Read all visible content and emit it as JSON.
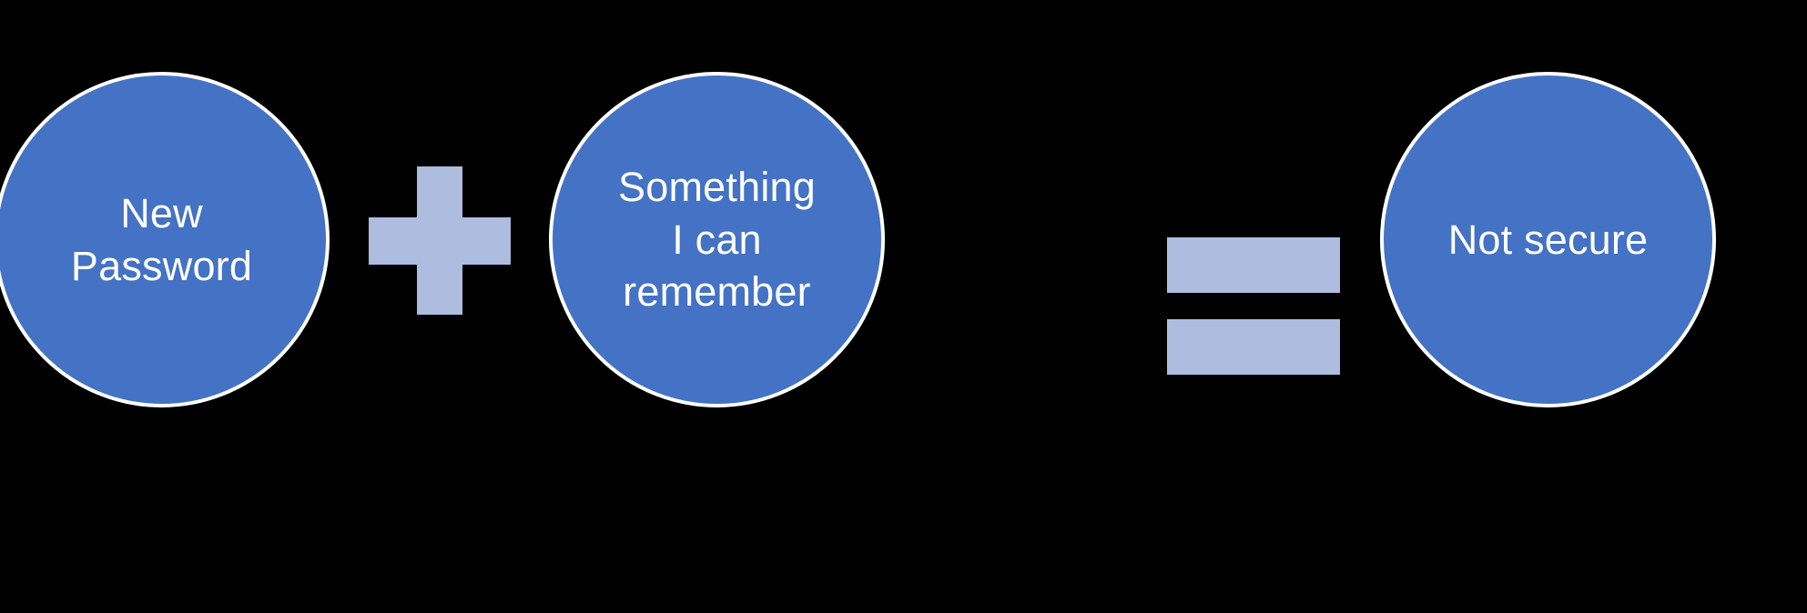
{
  "diagram": {
    "type": "equation-diagram",
    "background_color": "#000000",
    "node_fill_color": "#4472C4",
    "node_stroke_color": "#FFFFFF",
    "operator_color": "#AEBCE0",
    "text_color": "#FFFFFF",
    "equation_text": "New Password + Something I can remember = Not secure",
    "nodes": [
      {
        "id": "new-password",
        "label": "New\nPassword",
        "lines": [
          "New",
          "Password"
        ],
        "shape": "circle"
      },
      {
        "id": "something-remember",
        "label": "Something\nI can\nremember",
        "lines": [
          "Something",
          "I can",
          "remember"
        ],
        "shape": "circle"
      },
      {
        "id": "not-secure",
        "label": "Not secure",
        "lines": [
          "Not secure"
        ],
        "shape": "circle"
      }
    ],
    "operators": [
      {
        "id": "plus",
        "symbol": "+",
        "name": "plus-sign",
        "between": [
          "new-password",
          "something-remember"
        ]
      },
      {
        "id": "equals",
        "symbol": "=",
        "name": "equals-sign",
        "between": [
          "something-remember",
          "not-secure"
        ]
      }
    ]
  }
}
